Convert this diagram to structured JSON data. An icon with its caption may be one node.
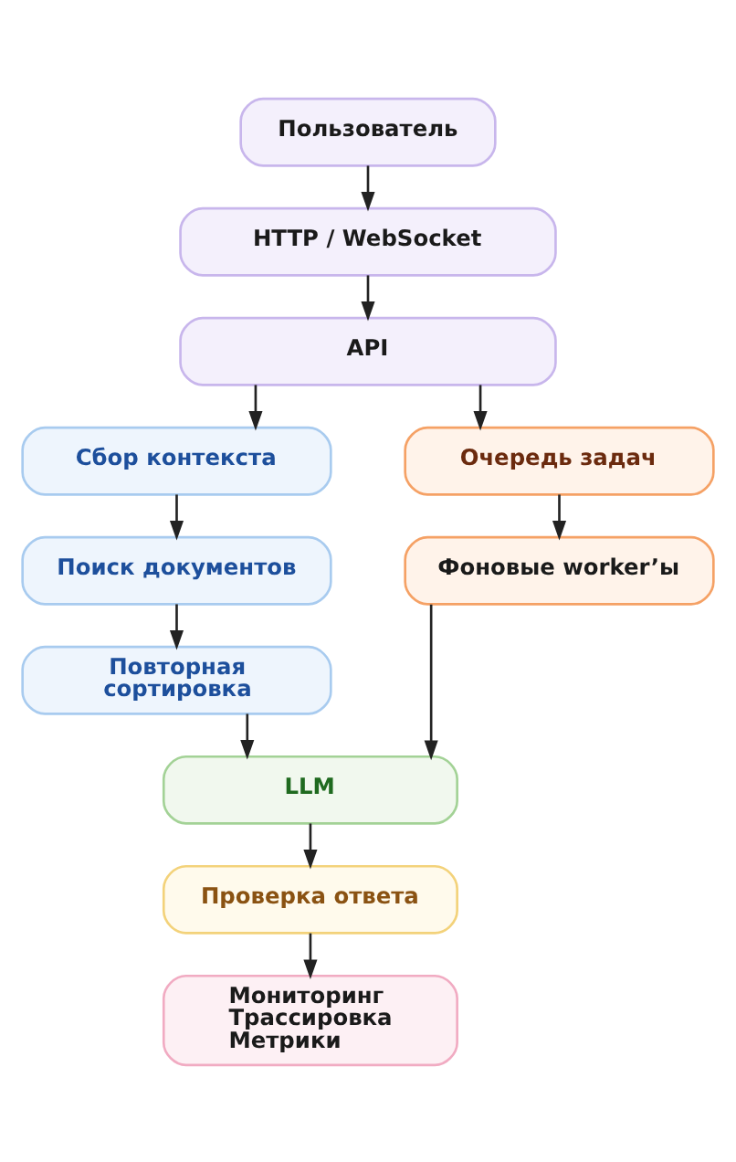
{
  "diagram": {
    "nodes": [
      {
        "text": [
          "Пользователь"
        ]
      },
      {
        "text": [
          "HTTP / WebSocket"
        ]
      },
      {
        "text": [
          "API"
        ]
      },
      {
        "text": [
          "Сбор контекста"
        ]
      },
      {
        "text": [
          "Поиск документов"
        ]
      },
      {
        "text": [
          "Повторная сортировка"
        ]
      },
      {
        "text": [
          "Очередь задач"
        ]
      },
      {
        "text": [
          "Фоновые worker’ы"
        ]
      },
      {
        "text": [
          "LLM"
        ]
      },
      {
        "text": [
          "Проверка ответа"
        ]
      },
      {
        "text": [
          "Мониторинг",
          "Трассировка",
          "Метрики"
        ]
      }
    ],
    "edges": [
      {
        "from": 0,
        "to": 1,
        "arrow": "to"
      },
      {
        "from": 1,
        "to": 2,
        "arrow": "to"
      },
      {
        "from": 2,
        "to": 3,
        "arrow": "to"
      },
      {
        "from": 2,
        "to": 6,
        "arrow": "to"
      },
      {
        "from": 3,
        "to": 4,
        "arrow": "to"
      },
      {
        "from": 4,
        "to": 5,
        "arrow": "to"
      },
      {
        "from": 6,
        "to": 7,
        "arrow": "to"
      },
      {
        "from": 5,
        "to": 8,
        "arrow": "to"
      },
      {
        "from": 7,
        "to": 8,
        "arrow": "to"
      },
      {
        "from": 8,
        "to": 9,
        "arrow": "to"
      },
      {
        "from": 9,
        "to": 10,
        "arrow": "to"
      }
    ]
  }
}
